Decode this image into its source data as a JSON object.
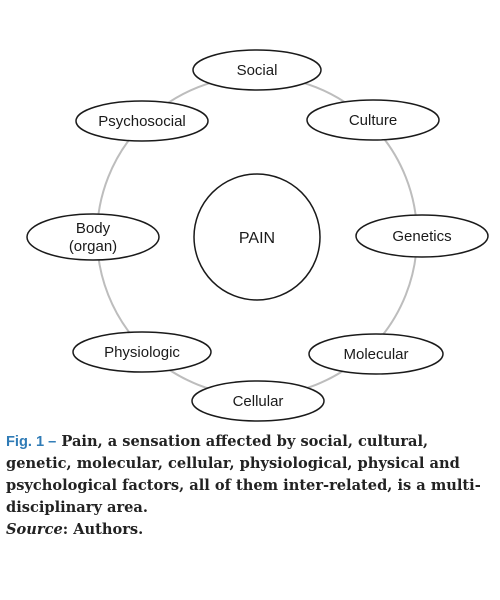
{
  "diagram": {
    "center": "PAIN",
    "nodes": [
      {
        "label_lines": [
          "Social"
        ]
      },
      {
        "label_lines": [
          "Culture"
        ]
      },
      {
        "label_lines": [
          "Genetics"
        ]
      },
      {
        "label_lines": [
          "Molecular"
        ]
      },
      {
        "label_lines": [
          "Cellular"
        ]
      },
      {
        "label_lines": [
          "Physiologic"
        ]
      },
      {
        "label_lines": [
          "Body",
          "(organ)"
        ]
      },
      {
        "label_lines": [
          "Psychosocial"
        ]
      }
    ]
  },
  "caption": {
    "figure_label": "Fig. 1 –",
    "text": "Pain, a sensation affected by social, cultural, genetic, molecular, cellular, physiological, physical and psychological factors, all of them inter-related, is a multi-disciplinary area.",
    "source_label": "Source",
    "source_text": ": Authors."
  },
  "colors": {
    "ring": "#bdbdbd",
    "outline": "#1a1a1a",
    "caption_label": "#2f7bb6"
  }
}
